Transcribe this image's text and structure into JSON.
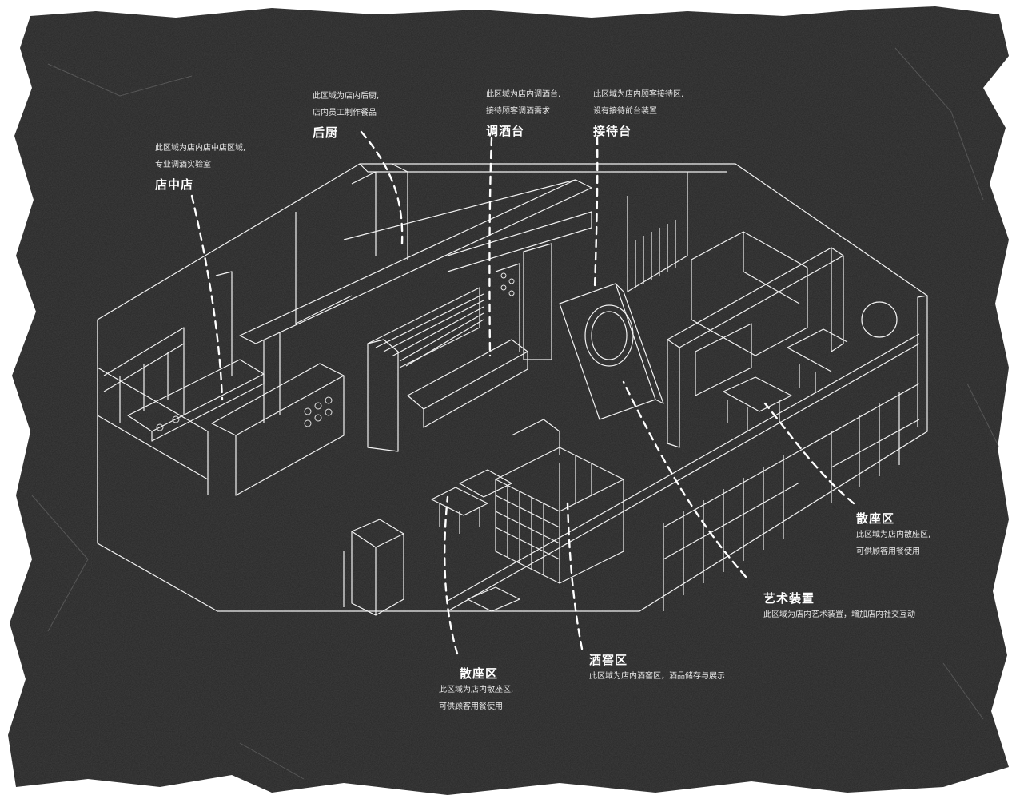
{
  "zones": [
    {
      "id": "shop-in-shop",
      "title": "店中店",
      "desc": [
        "此区域为店内店中店区域,",
        "专业调酒实验室"
      ]
    },
    {
      "id": "back-kitchen",
      "title": "后厨",
      "desc": [
        "此区域为店内后厨,",
        "店内员工制作餐品"
      ]
    },
    {
      "id": "bar-counter",
      "title": "调酒台",
      "desc": [
        "此区域为店内调酒台,",
        "接待顾客调酒需求"
      ]
    },
    {
      "id": "reception",
      "title": "接待台",
      "desc": [
        "此区域为店内顾客接待区,",
        "设有接待前台装置"
      ]
    },
    {
      "id": "seating-right",
      "title": "散座区",
      "desc": [
        "此区域为店内散座区,",
        "可供顾客用餐使用"
      ]
    },
    {
      "id": "art-installation",
      "title": "艺术装置",
      "desc": [
        "此区域为店内艺术装置，增加店内社交互动"
      ]
    },
    {
      "id": "wine-cellar",
      "title": "酒窖区",
      "desc": [
        "此区域为店内酒窖区，酒品储存与展示"
      ]
    },
    {
      "id": "seating-bottom",
      "title": "散座区",
      "desc": [
        "此区域为店内散座区,",
        "可供顾客用餐使用"
      ]
    }
  ],
  "colors": {
    "background": "#2b2b2b",
    "line": "#ffffff",
    "page": "#ffffff"
  }
}
